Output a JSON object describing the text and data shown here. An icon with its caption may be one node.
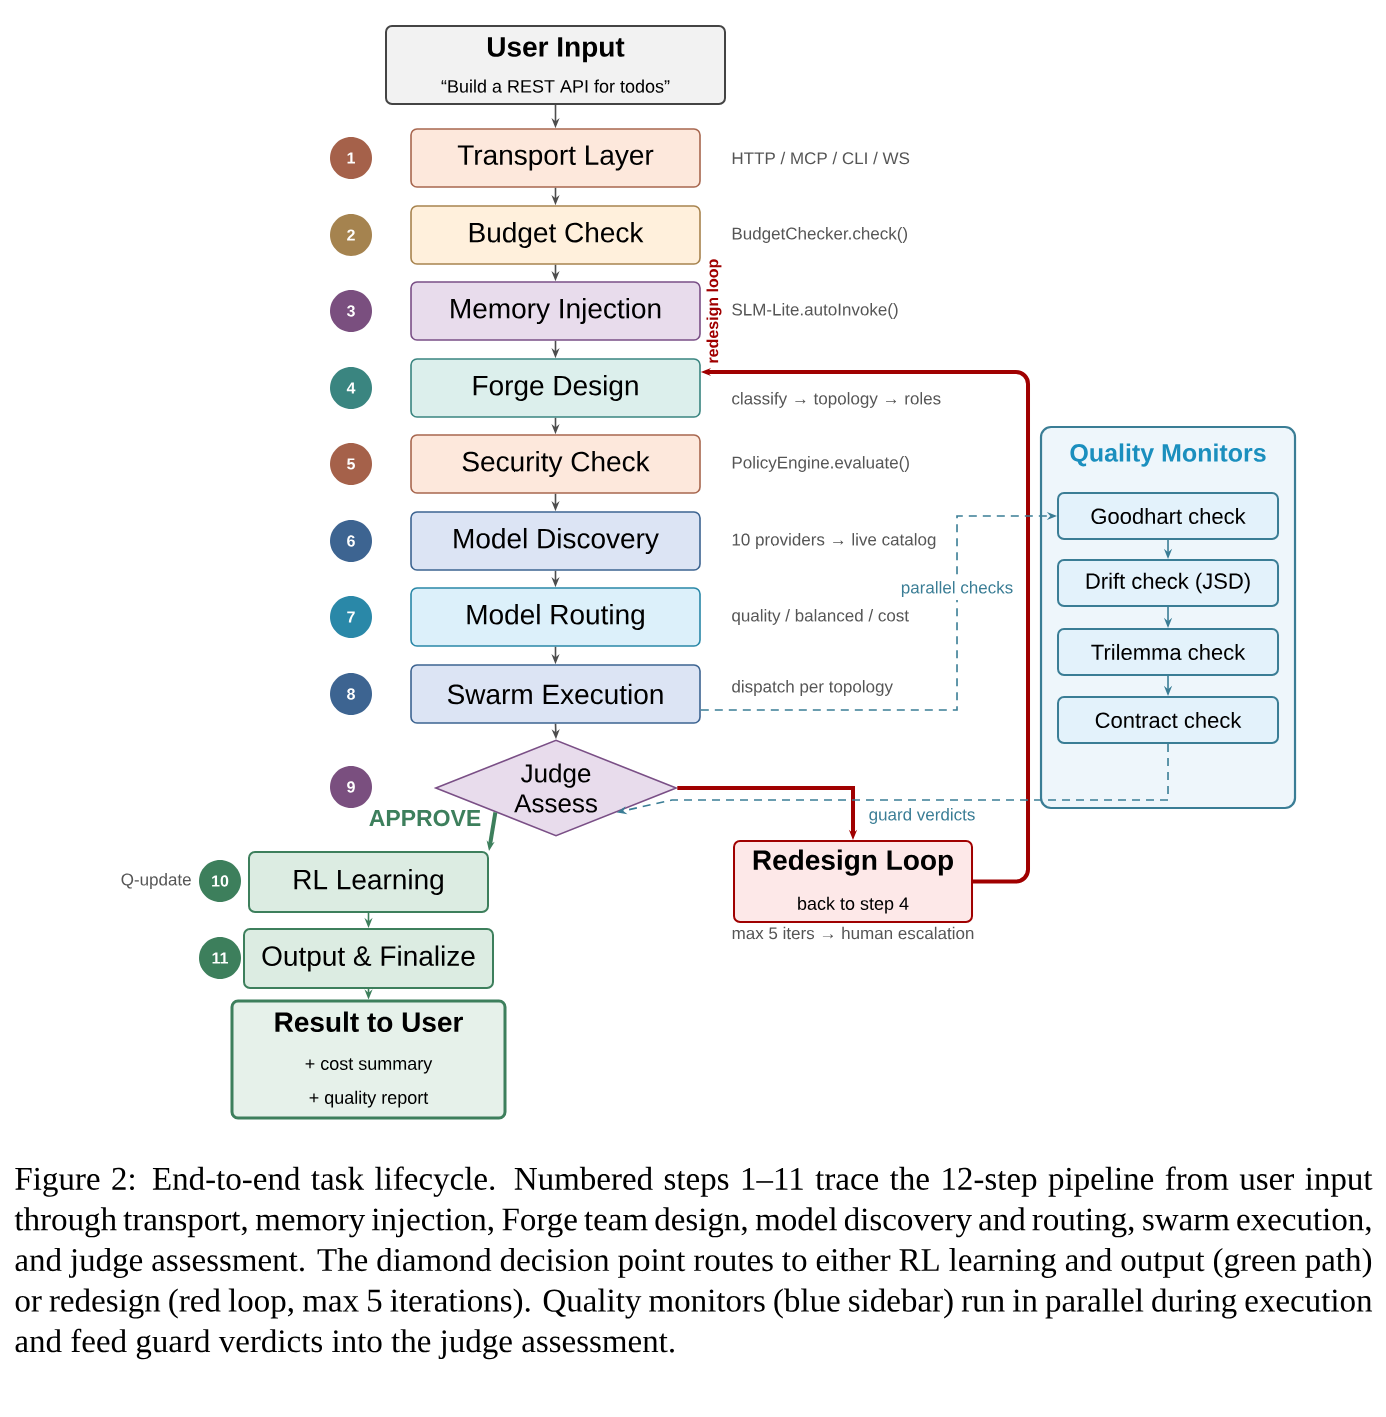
{
  "diagram": {
    "nodes": [
      {
        "text": [
          "User Input",
          "“Build a REST API for todos”"
        ]
      },
      {
        "text": [
          "1"
        ]
      },
      {
        "text": [
          "Transport Layer"
        ],
        "beside": [
          "HTTP / MCP / CLI / WS"
        ]
      },
      {
        "text": [
          "2"
        ]
      },
      {
        "text": [
          "Budget Check"
        ],
        "beside": [
          "BudgetChecker.check()"
        ]
      },
      {
        "text": [
          "3"
        ]
      },
      {
        "text": [
          "Memory Injection"
        ],
        "beside": [
          "SLM-Lite.autoInvoke()"
        ]
      },
      {
        "text": [
          "4"
        ]
      },
      {
        "text": [
          "Forge Design"
        ],
        "beside": [
          "classify → topology → roles"
        ]
      },
      {
        "text": [
          "5"
        ]
      },
      {
        "text": [
          "Security Check"
        ],
        "beside": [
          "PolicyEngine.evaluate()"
        ]
      },
      {
        "text": [
          "6"
        ]
      },
      {
        "text": [
          "Model Discovery"
        ],
        "beside": [
          "10 providers → live catalog"
        ]
      },
      {
        "text": [
          "7"
        ]
      },
      {
        "text": [
          "Model Routing"
        ],
        "beside": [
          "quality / balanced / cost"
        ]
      },
      {
        "text": [
          "8"
        ]
      },
      {
        "text": [
          "Swarm Execution"
        ],
        "beside": [
          "dispatch per topology"
        ]
      },
      {
        "text": [
          "9"
        ]
      },
      {
        "text": [
          "Judge Assess"
        ]
      },
      {
        "text": [
          "10"
        ],
        "beside": [
          "Q-update"
        ]
      },
      {
        "text": [
          "RL Learning"
        ]
      },
      {
        "text": [
          "11"
        ]
      },
      {
        "text": [
          "Output & Finalize"
        ]
      },
      {
        "text": [
          "Result to User",
          "+ cost summary",
          "+ quality report"
        ]
      },
      {
        "text": [
          "Quality Monitors"
        ]
      },
      {
        "text": [
          "Goodhart check"
        ],
        "in": 24
      },
      {
        "text": [
          "Drift check (JSD)"
        ],
        "in": 24
      },
      {
        "text": [
          "Trilemma check"
        ],
        "in": 24
      },
      {
        "text": [
          "Contract check"
        ],
        "in": 24
      },
      {
        "text": [
          "Redesign Loop",
          "back to step 4"
        ],
        "beside": [
          "max 5 iters → human escalation"
        ]
      }
    ],
    "edges": [
      {
        "from": 0,
        "to": 2,
        "arrow": "to"
      },
      {
        "from": 2,
        "to": 4,
        "arrow": "to"
      },
      {
        "from": 4,
        "to": 6,
        "arrow": "to"
      },
      {
        "from": 6,
        "to": 8,
        "arrow": "to"
      },
      {
        "from": 8,
        "to": 10,
        "arrow": "to"
      },
      {
        "from": 10,
        "to": 12,
        "arrow": "to"
      },
      {
        "from": 12,
        "to": 14,
        "arrow": "to"
      },
      {
        "from": 14,
        "to": 16,
        "arrow": "to"
      },
      {
        "from": 16,
        "to": 18,
        "arrow": "to"
      },
      {
        "from": 18,
        "to": 20,
        "arrow": "to",
        "label": "APPROVE",
        "style": "thick",
        "color": "#3d7f5c"
      },
      {
        "from": 20,
        "to": 22,
        "arrow": "to",
        "color": "#3d7f5c"
      },
      {
        "from": 22,
        "to": 23,
        "arrow": "to",
        "color": "#3d7f5c"
      },
      {
        "from": 18,
        "to": 29,
        "arrow": "to",
        "style": "thick",
        "color": "#a00000"
      },
      {
        "from": 29,
        "to": 8,
        "arrow": "to",
        "label": "redesign loop",
        "style": "thick",
        "color": "#a00000"
      },
      {
        "from": 16,
        "to": 25,
        "arrow": "to",
        "label": "parallel checks",
        "style": "dashed",
        "color": "#3a7d95"
      },
      {
        "from": 25,
        "to": 26,
        "arrow": "to",
        "color": "#3a7d95"
      },
      {
        "from": 26,
        "to": 27,
        "arrow": "to",
        "color": "#3a7d95"
      },
      {
        "from": 27,
        "to": 28,
        "arrow": "to",
        "color": "#3a7d95"
      },
      {
        "from": 28,
        "to": 18,
        "arrow": "to",
        "label": "guard verdicts",
        "style": "dashed",
        "color": "#3a7d95"
      }
    ],
    "caption": "Figure 2: End-to-end task lifecycle. Numbered steps 1–11 trace the 12-step pipeline from user input through transport, memory injection, Forge team design, model discovery and routing, swarm execution, and judge assessment. The diamond decision point routes to either RL learning and output (green path) or redesign (red loop, max 5 iterations). Quality monitors (blue sidebar) run in parallel during execution and feed guard verdicts into the judge assessment."
  }
}
